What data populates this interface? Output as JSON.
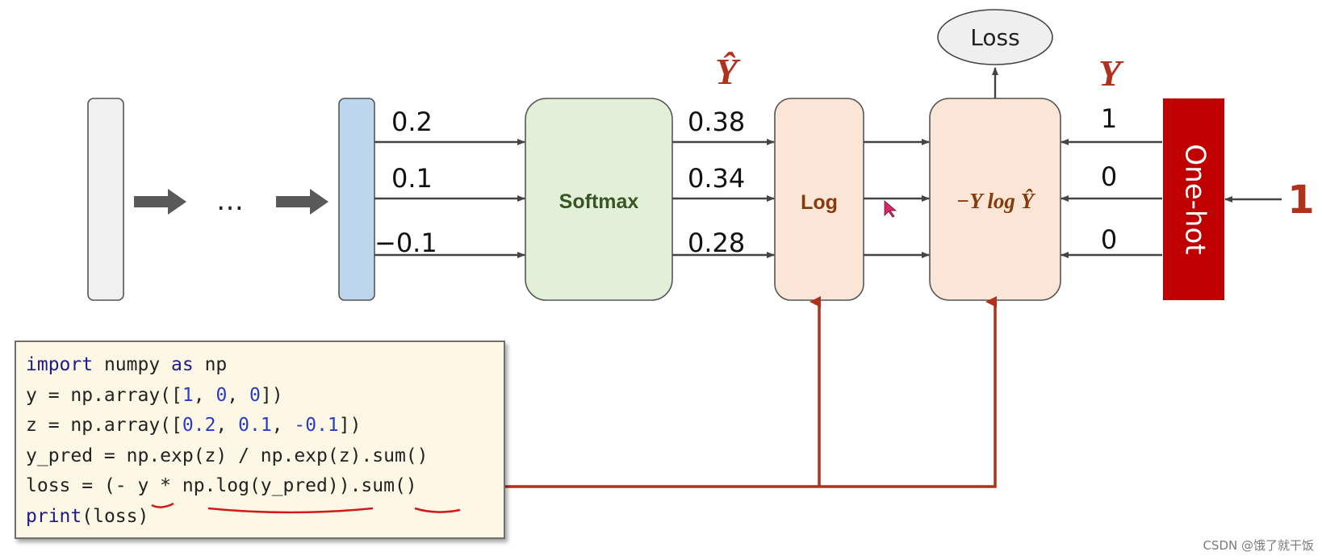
{
  "diagram": {
    "ellipsis": "…",
    "logits": [
      "0.2",
      "0.1",
      "−0.1"
    ],
    "softmax_label": "Softmax",
    "probs": [
      "0.38",
      "0.34",
      "0.28"
    ],
    "y_hat_symbol": "Ŷ",
    "log_label": "Log",
    "loss_expr": "−Y log Ŷ",
    "loss_label": "Loss",
    "y_symbol": "Y",
    "onehot_values": [
      "1",
      "0",
      "0"
    ],
    "onehot_label": "One-hot",
    "class_index": "1"
  },
  "code": {
    "lines": [
      [
        {
          "t": "import",
          "c": "kw"
        },
        {
          "t": " numpy "
        },
        {
          "t": "as",
          "c": "kw"
        },
        {
          "t": " np"
        }
      ],
      [
        {
          "t": "y = np.array(["
        },
        {
          "t": "1",
          "c": "num"
        },
        {
          "t": ", "
        },
        {
          "t": "0",
          "c": "num"
        },
        {
          "t": ", "
        },
        {
          "t": "0",
          "c": "num"
        },
        {
          "t": "])"
        }
      ],
      [
        {
          "t": "z = np.array(["
        },
        {
          "t": "0.2",
          "c": "num"
        },
        {
          "t": ", "
        },
        {
          "t": "0.1",
          "c": "num"
        },
        {
          "t": ", "
        },
        {
          "t": "-0.1",
          "c": "num"
        },
        {
          "t": "])"
        }
      ],
      [
        {
          "t": "y_pred = np.exp(z) / np.exp(z).sum()"
        }
      ],
      [
        {
          "t": "loss = (- y * np.log(y_pred)).sum()"
        }
      ],
      [
        {
          "t": "print",
          "c": "kw"
        },
        {
          "t": "(loss)"
        }
      ]
    ]
  },
  "watermark": "CSDN @饿了就干饭",
  "colors": {
    "input_layer": "#f0f0f0",
    "logit_layer": "#bcd6ee",
    "softmax": "#e2f0d9",
    "log": "#fbe5d6",
    "onehot": "#c00000",
    "accent_red": "#b0321c",
    "code_bg": "#fdf8e6"
  }
}
